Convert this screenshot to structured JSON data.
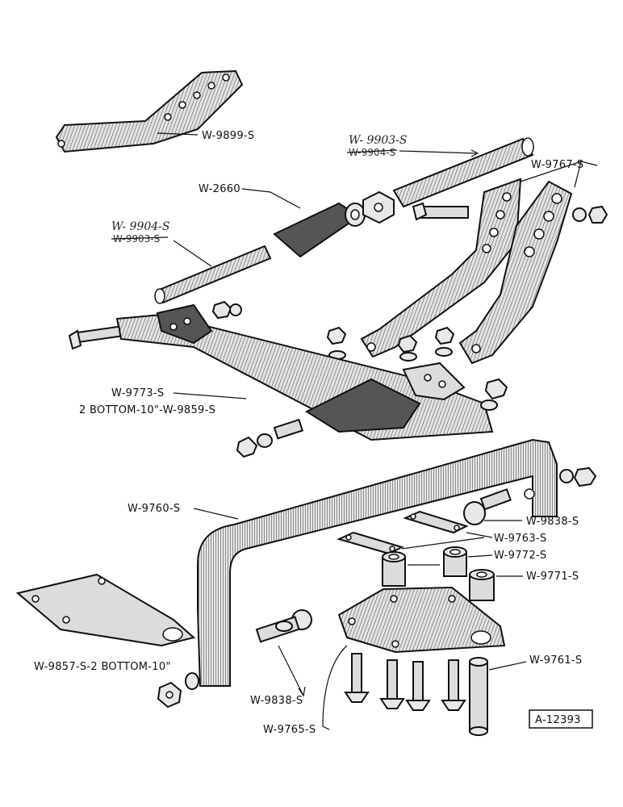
{
  "labels": {
    "w9899": "W-9899-S",
    "w9903_hand": "W- 9903-S",
    "w9904_struck": "W-9904-S",
    "w9767": "W-9767-S",
    "w2660": "W-2660",
    "w9904_hand": "W- 9904-S",
    "w9903_struck": "W-9903-S",
    "w9773": "W-9773-S",
    "bottom_9859": "2 BOTTOM-10\"-W-9859-S",
    "w9760": "W-9760-S",
    "w9838_right": "W-9838-S",
    "w9763": "W-9763-S",
    "w9772": "W-9772-S",
    "w9771": "W-9771-S",
    "w9857": "W-9857-S-2 BOTTOM-10\"",
    "w9761": "W-9761-S",
    "w9838_left": "W-9838-S",
    "w9765": "W-9765-S",
    "figure_id": "A-12393"
  }
}
